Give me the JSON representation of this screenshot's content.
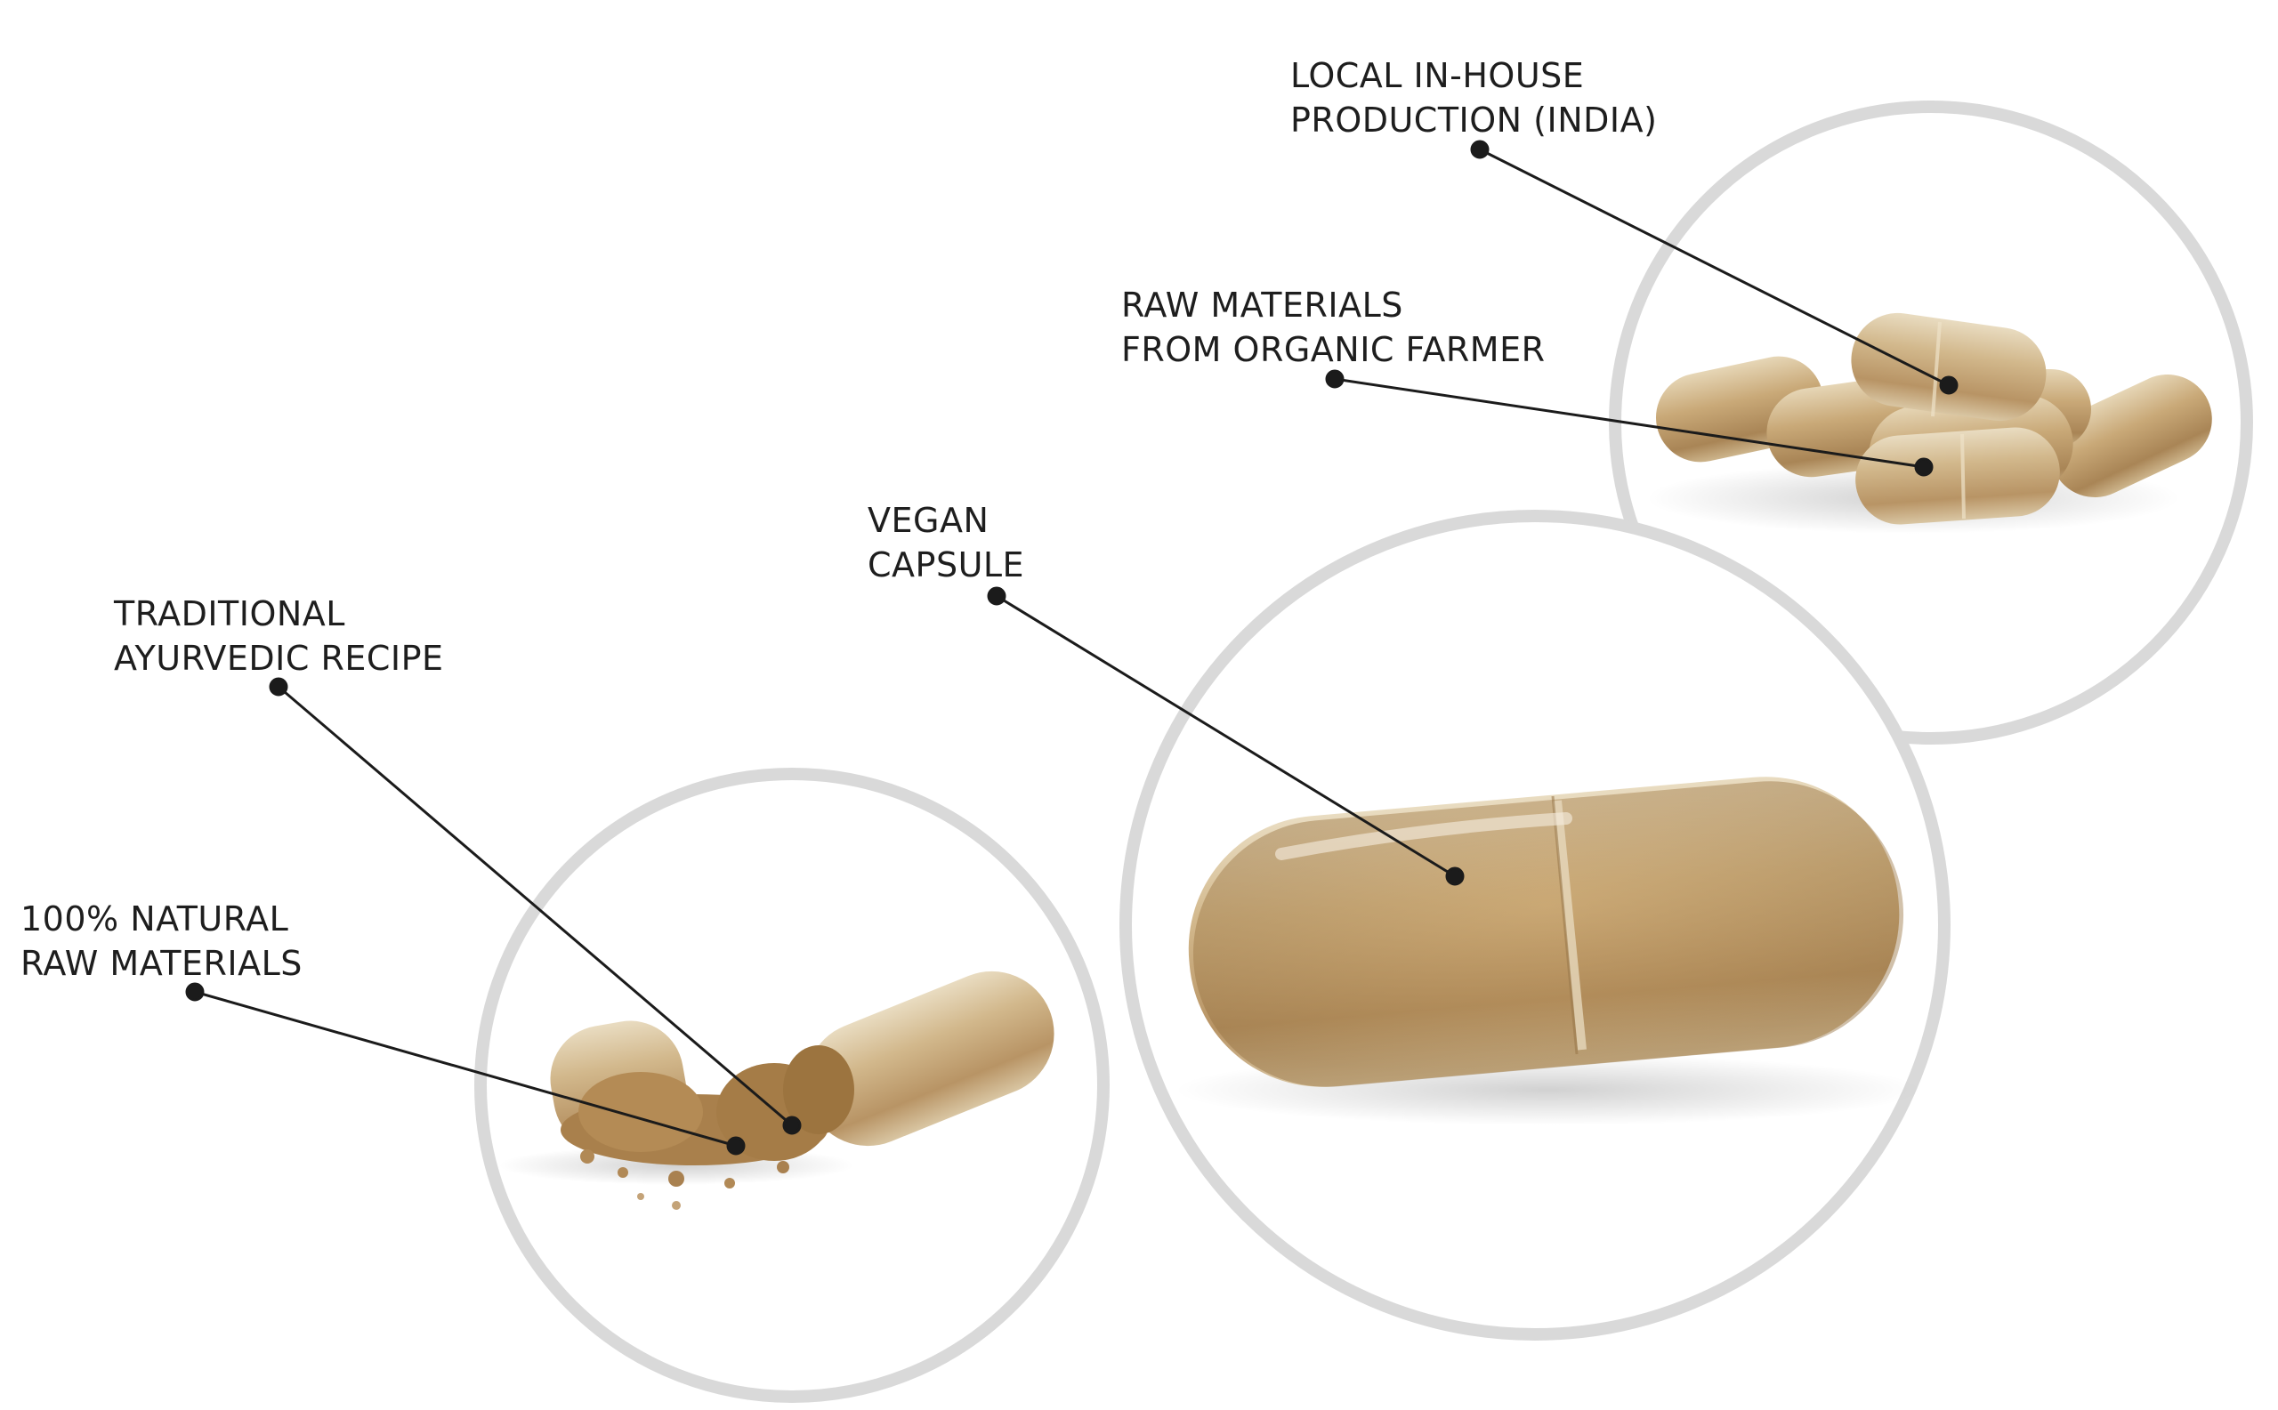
{
  "labels": {
    "local_production": {
      "line1": "LOCAL IN-HOUSE",
      "line2": "PRODUCTION (INDIA)"
    },
    "raw_organic": {
      "line1": "RAW MATERIALS",
      "line2": "FROM ORGANIC FARMER"
    },
    "vegan_capsule": {
      "line1": "VEGAN",
      "line2": "CAPSULE"
    },
    "traditional_recipe": {
      "line1": "TRADITIONAL",
      "line2": "AYURVEDIC RECIPE"
    },
    "natural_materials": {
      "line1": "100% NATURAL",
      "line2": "RAW MATERIALS"
    }
  },
  "colors": {
    "circle": "#d9d9d9",
    "leader": "#1b1b1b",
    "capsule_shell": "#d8c39e",
    "powder": "#b28a55",
    "text": "#1e1e1e"
  },
  "icons": {
    "capsule": "capsule-icon",
    "powder": "powder-pile-icon"
  }
}
